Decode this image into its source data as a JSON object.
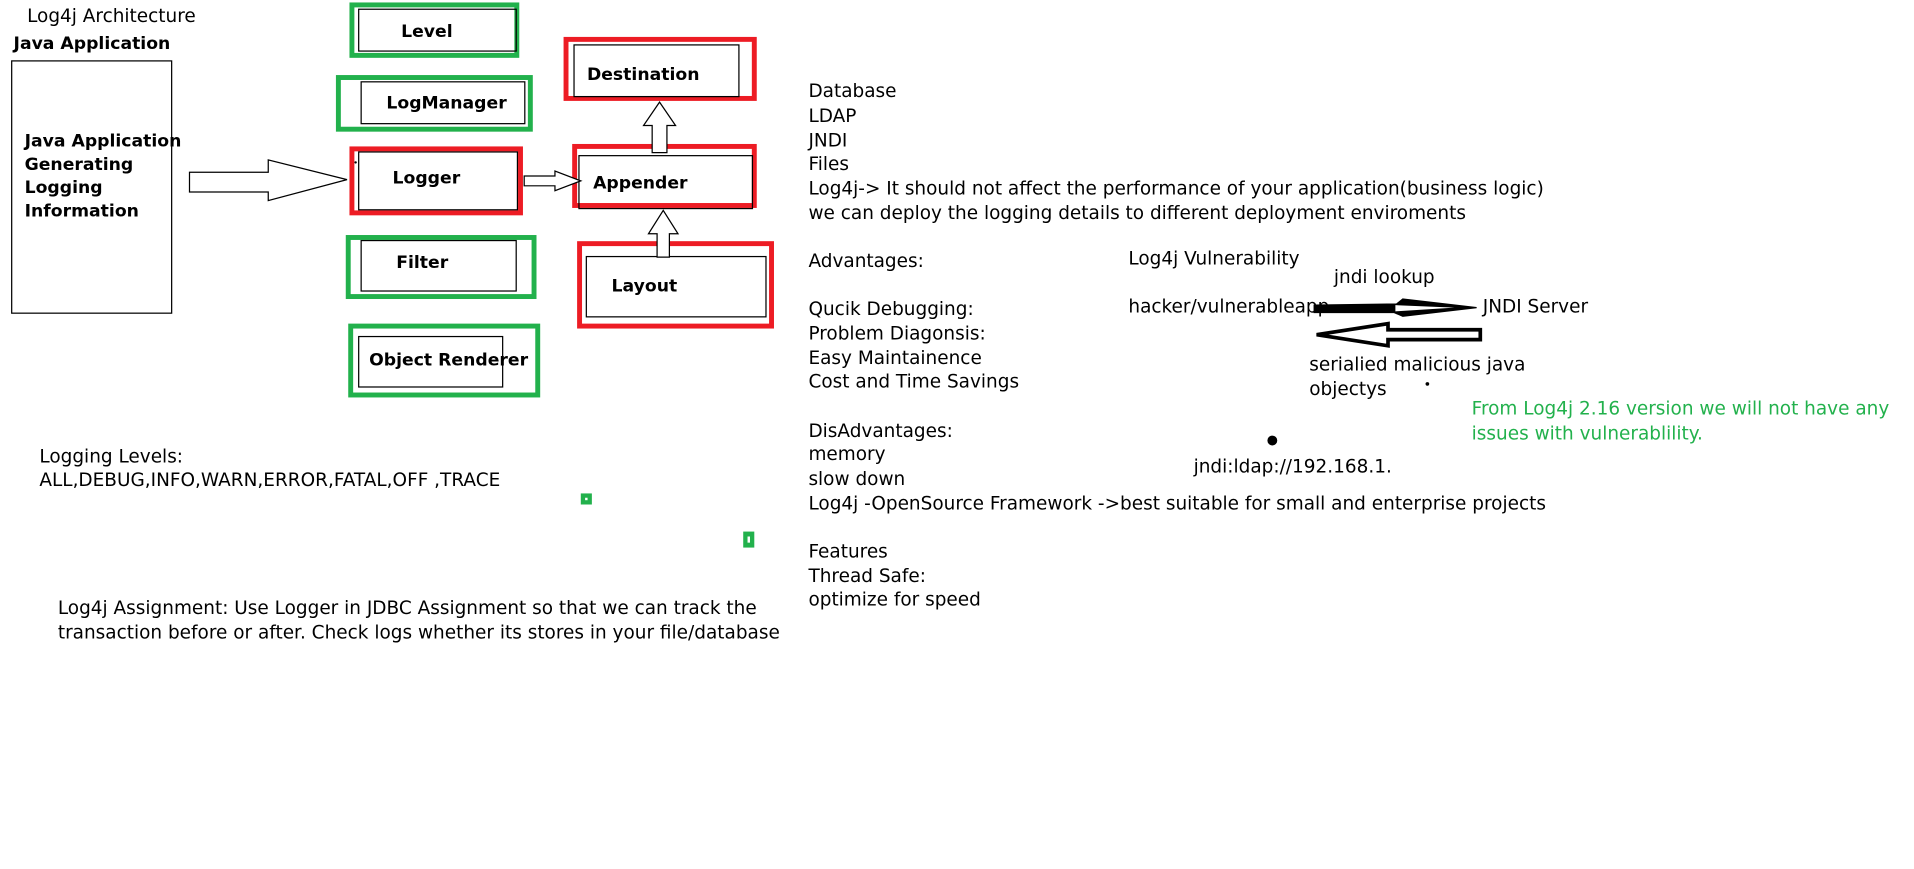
{
  "title": "Log4j Architecture",
  "java_app": {
    "heading": "Java Application",
    "box_lines": [
      "Java Application",
      "Generating",
      "Logging",
      "Information"
    ]
  },
  "components": {
    "level": "Level",
    "logmanager": "LogManager",
    "logger": "Logger",
    "filter": "Filter",
    "object_renderer": "Object Renderer",
    "destination": "Destination",
    "appender": "Appender",
    "layout": "Layout"
  },
  "colors": {
    "green": "#22b14c",
    "red": "#ed1c24"
  },
  "destinations": [
    "Database",
    "LDAP",
    "JNDI",
    "Files"
  ],
  "notes": [
    "Log4j-> It should not affect the performance of your application(business logic)",
    "we can deploy the logging details to different deployment enviroments"
  ],
  "advantages": {
    "heading": "Advantages:",
    "items": [
      "Qucik Debugging:",
      "Problem Diagonsis:",
      "Easy Maintainence",
      "Cost and Time Savings"
    ]
  },
  "disadvantages": {
    "heading": "DisAdvantages:",
    "items": [
      "memory",
      "slow down",
      "Log4j -OpenSource Framework ->best suitable for small and enterprise projects"
    ]
  },
  "features": {
    "heading": "Features",
    "items": [
      "Thread Safe:",
      "optimize for speed"
    ]
  },
  "vulnerability": {
    "heading": "Log4j Vulnerability",
    "jndi_lookup": "jndi lookup",
    "hacker": "hacker/vulnerableapp",
    "jndi_server": "JNDI Server",
    "serialized_1": "serialied malicious java",
    "serialized_2": "objectys",
    "ldap": "jndi:ldap://192.168.1.",
    "fix_1": "From Log4j 2.16 version we will not have any",
    "fix_2": "issues with vulnerablility."
  },
  "levels": {
    "heading": "Logging Levels:",
    "list": "ALL,DEBUG,INFO,WARN,ERROR,FATAL,OFF ,TRACE"
  },
  "assignment": {
    "line1": "Log4j Assignment: Use Logger in JDBC Assignment so that we can track the",
    "line2": "transaction before or after. Check logs whether its stores in your file/database"
  }
}
